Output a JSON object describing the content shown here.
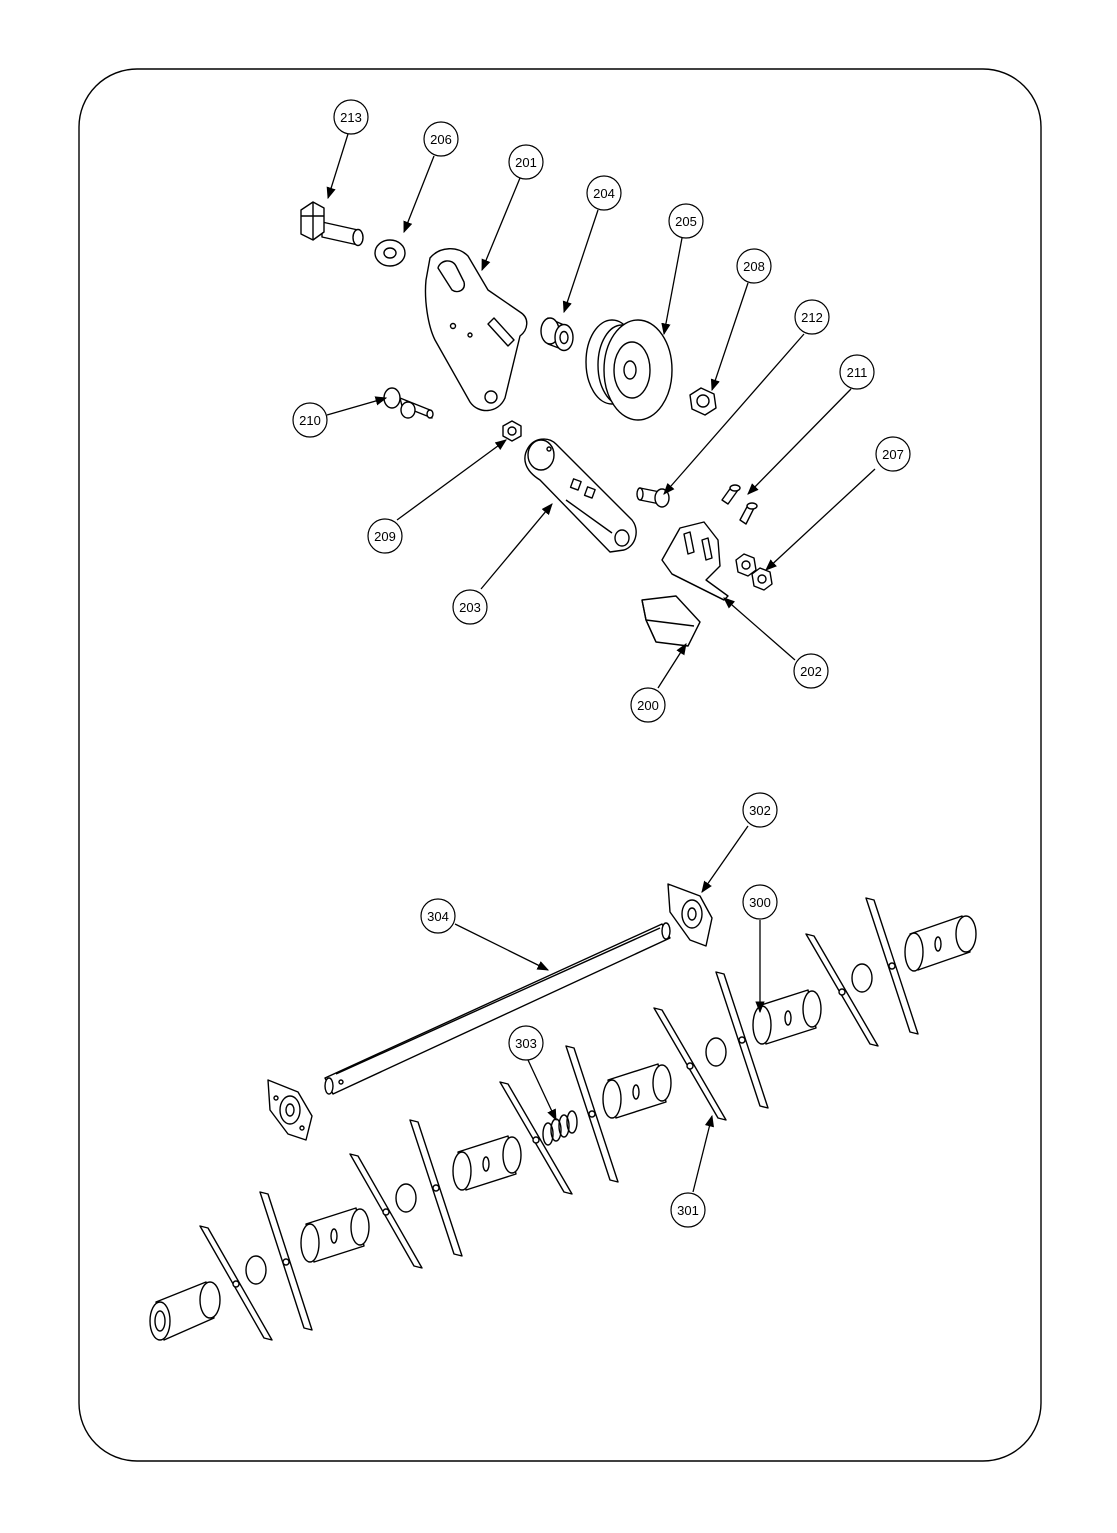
{
  "diagram": {
    "colors": {
      "stroke": "#000000",
      "paper": "#ffffff",
      "shade": "#d9d9d9"
    },
    "callouts": [
      {
        "id": "c213",
        "label": "213"
      },
      {
        "id": "c206",
        "label": "206"
      },
      {
        "id": "c201",
        "label": "201"
      },
      {
        "id": "c204",
        "label": "204"
      },
      {
        "id": "c205",
        "label": "205"
      },
      {
        "id": "c208",
        "label": "208"
      },
      {
        "id": "c212",
        "label": "212"
      },
      {
        "id": "c211",
        "label": "211"
      },
      {
        "id": "c210",
        "label": "210"
      },
      {
        "id": "c207",
        "label": "207"
      },
      {
        "id": "c209",
        "label": "209"
      },
      {
        "id": "c203",
        "label": "203"
      },
      {
        "id": "c202",
        "label": "202"
      },
      {
        "id": "c200",
        "label": "200"
      },
      {
        "id": "c302",
        "label": "302"
      },
      {
        "id": "c304",
        "label": "304"
      },
      {
        "id": "c300",
        "label": "300"
      },
      {
        "id": "c303",
        "label": "303"
      },
      {
        "id": "c301",
        "label": "301"
      }
    ]
  }
}
